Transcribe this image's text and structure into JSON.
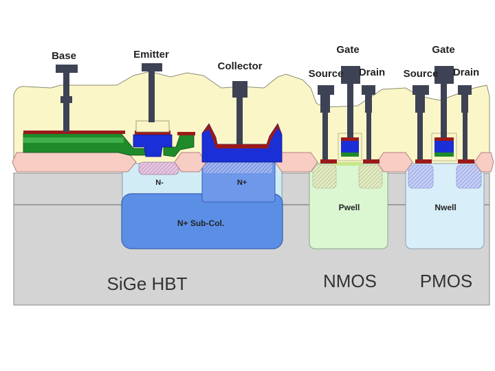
{
  "terminals": {
    "base": "Base",
    "emitter": "Emitter",
    "collector": "Collector",
    "nmos_gate": "Gate",
    "nmos_source": "Source",
    "nmos_drain": "Drain",
    "pmos_gate": "Gate",
    "pmos_source": "Source",
    "pmos_drain": "Drain"
  },
  "regions": {
    "n_minus": "N-",
    "n_plus": "N+",
    "n_plus_sub_col": "N+ Sub-Col.",
    "pwell": "Pwell",
    "nwell": "Nwell"
  },
  "devices": {
    "hbt": "SiGe HBT",
    "nmos": "NMOS",
    "pmos": "PMOS"
  },
  "colors": {
    "dielectric": "#fbf6c8",
    "substrate": "#d4d4d4",
    "field_oxide": "#f7cdc4",
    "n_well": "#d2ecf6",
    "subcollector": "#5b8fe6",
    "p_well": "#daf7d2",
    "metal_contact": "#3d4254",
    "poly_blue": "#1a2fd6",
    "sige_green": "#1f8a2a",
    "silicide_red": "#9a1a1a"
  }
}
